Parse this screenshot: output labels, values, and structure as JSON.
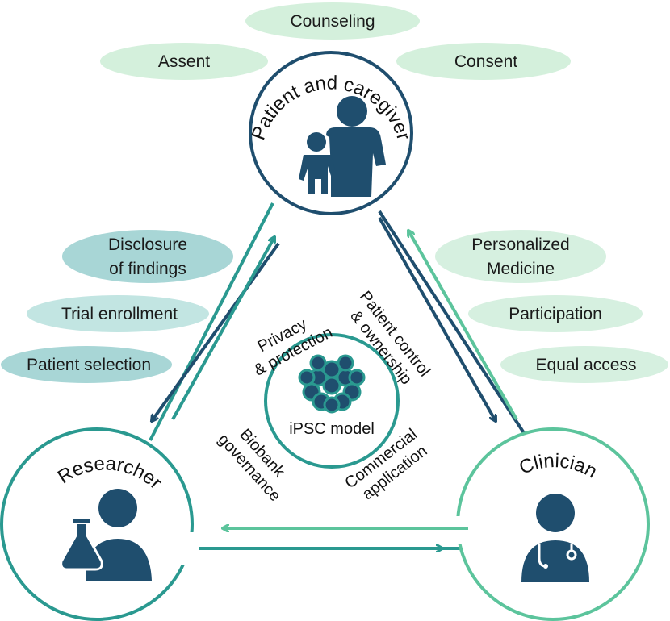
{
  "colors": {
    "dark_navy": "#1f4e6e",
    "teal": "#2a9990",
    "light_green": "#5cc49c",
    "pill_green": "#d4f0dc",
    "pill_teal": "#a8d6d6",
    "pill_teal_light": "#c2e5e2",
    "pill_mint": "#d6f0e0"
  },
  "nodes": {
    "patient": {
      "label": "Patient and caregiver"
    },
    "researcher": {
      "label": "Researcher"
    },
    "clinician": {
      "label": "Clinician"
    }
  },
  "center": {
    "label": "iPSC model",
    "topics": {
      "privacy_1": "Privacy",
      "privacy_2": "& protection",
      "control_1": "Patient control",
      "control_2": "& ownership",
      "biobank_1": "Biobank",
      "biobank_2": "governance",
      "commercial_1": "Commercial",
      "commercial_2": "application"
    }
  },
  "patient_pills": [
    "Counseling",
    "Assent",
    "Consent"
  ],
  "researcher_pills": {
    "disclosure_1": "Disclosure",
    "disclosure_2": "of findings",
    "trial": "Trial enrollment",
    "selection": "Patient selection"
  },
  "clinician_pills": {
    "personalized_1": "Personalized",
    "personalized_2": "Medicine",
    "participation": "Participation",
    "access": "Equal access"
  }
}
